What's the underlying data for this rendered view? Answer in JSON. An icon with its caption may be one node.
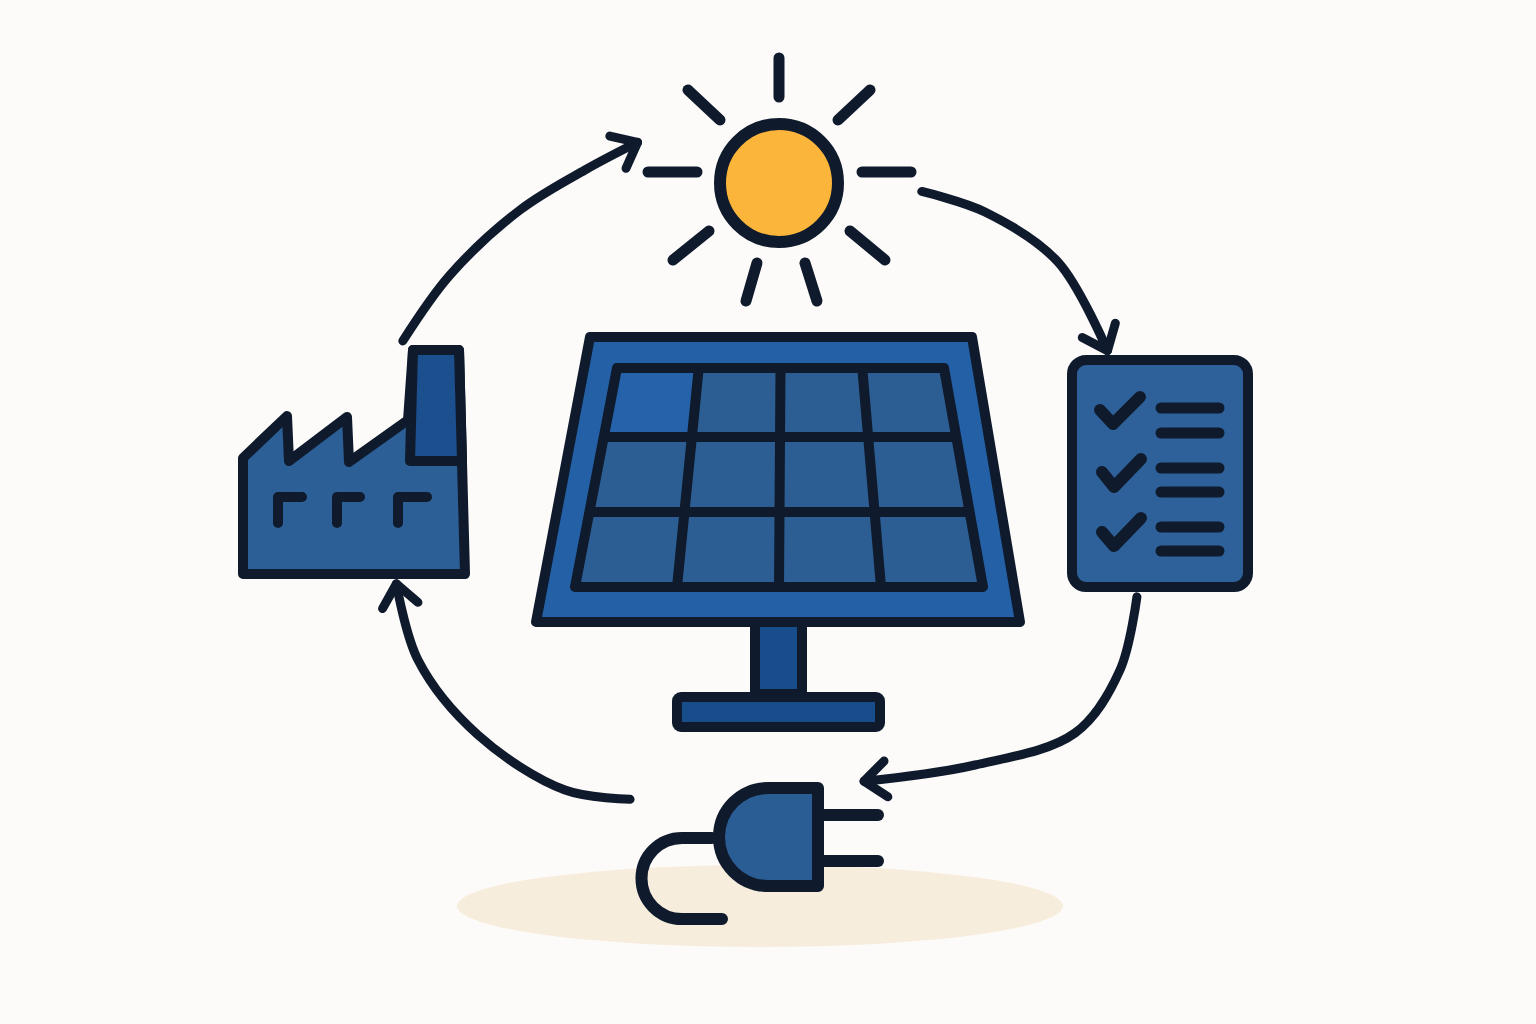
{
  "diagram": {
    "nodes": [
      {
        "text": [],
        "shape": "picture"
      },
      {
        "text": [],
        "shape": "picture"
      },
      {
        "text": [],
        "shape": "picture"
      },
      {
        "text": [],
        "shape": "picture"
      },
      {
        "text": [],
        "shape": "picture"
      }
    ],
    "edges": [
      {
        "from": 0,
        "to": 3,
        "arrow": "to"
      },
      {
        "from": 3,
        "to": 4,
        "arrow": "to"
      },
      {
        "from": 4,
        "to": 1,
        "arrow": "to"
      },
      {
        "from": 1,
        "to": 0,
        "arrow": "to"
      }
    ]
  }
}
